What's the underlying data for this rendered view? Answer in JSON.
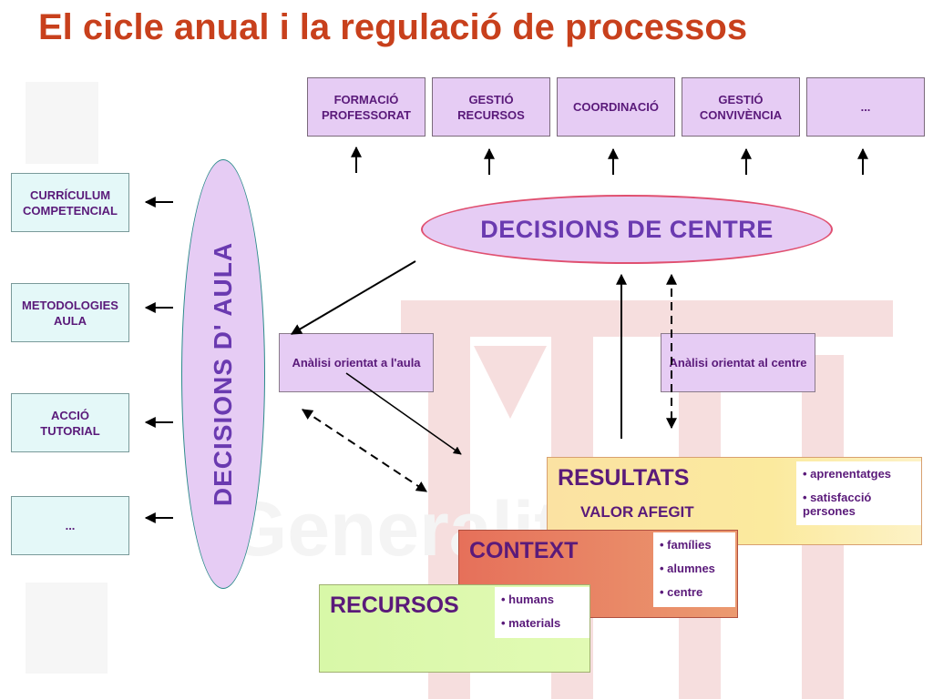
{
  "title": "El cicle anual i la regulació de processos",
  "top_boxes": [
    {
      "label": "FORMACIÓ\nPROFESSORAT"
    },
    {
      "label": "GESTIÓ\nRECURSOS"
    },
    {
      "label": "COORDINACIÓ"
    },
    {
      "label": "GESTIÓ\nCONVIVÈNCIA"
    },
    {
      "label": "..."
    }
  ],
  "left_boxes": [
    {
      "label": "CURRÍCULUM\nCOMPETENCIAL"
    },
    {
      "label": "METODOLOGIES\nAULA"
    },
    {
      "label": "ACCIÓ\nTUTORIAL"
    },
    {
      "label": "..."
    }
  ],
  "decisions_centre": "DECISIONS DE CENTRE",
  "decisions_aula": "DECISIONS D' AULA",
  "analysis": {
    "aula": "Anàlisi orientat a l'aula",
    "centre": "Anàlisi orientat al centre"
  },
  "resultats": {
    "title": "RESULTATS",
    "subtitle": "VALOR AFEGIT",
    "items": [
      "aprenentatges",
      "satisfacció persones"
    ]
  },
  "context": {
    "title": "CONTEXT",
    "items": [
      "famílies",
      "alumnes",
      "centre"
    ]
  },
  "recursos": {
    "title": "RECURSOS",
    "items": [
      "humans",
      "materials"
    ]
  },
  "colors": {
    "title": "#c8401c",
    "box_text": "#5a1a7a",
    "ellipse_text": "#6a3ab0",
    "box_fill": "#e6ccf4",
    "left_box_fill": "#e4f8f8"
  }
}
